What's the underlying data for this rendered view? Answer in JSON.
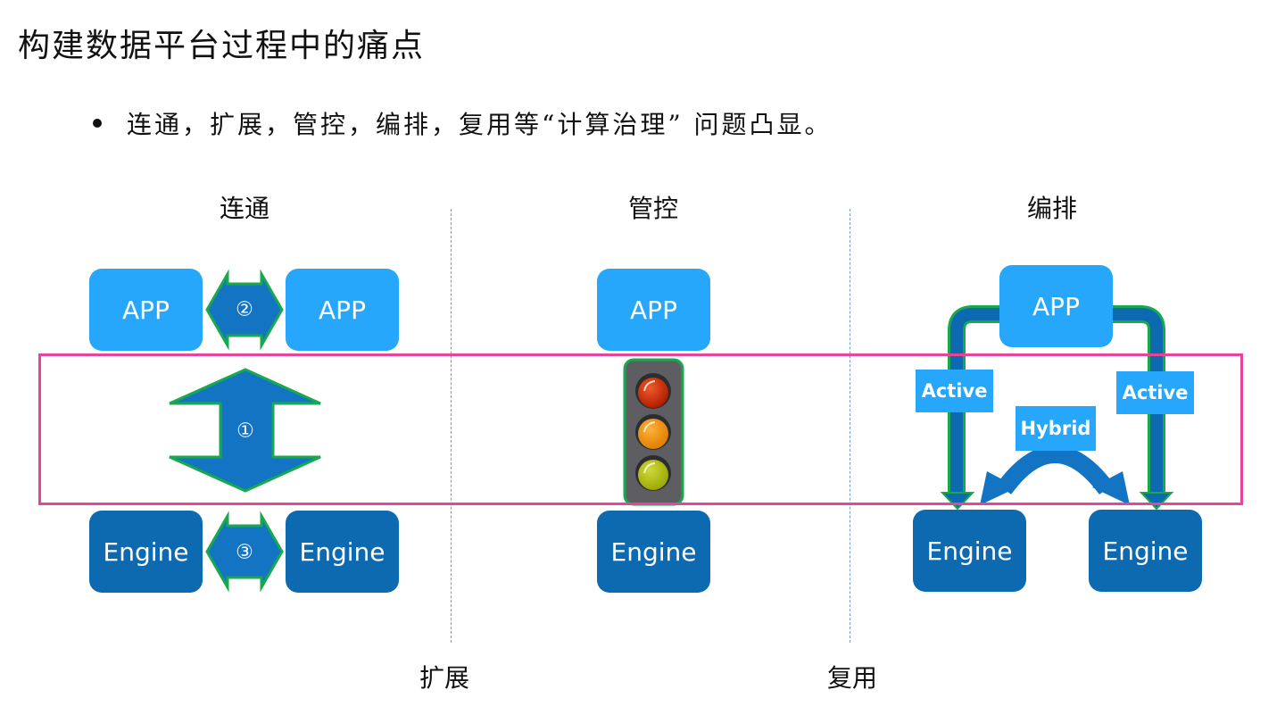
{
  "slide": {
    "title": "构建数据平台过程中的痛点",
    "bullet": "连通，扩展，管控，编排，复用等“计算治理” 问题凸显。"
  },
  "sections": {
    "connect": {
      "label": "连通",
      "app_left": "APP",
      "app_right": "APP",
      "engine_left": "Engine",
      "engine_right": "Engine",
      "arrow_vertical_number": "①",
      "arrow_app_number": "②",
      "arrow_engine_number": "③"
    },
    "expand": {
      "label": "扩展"
    },
    "control": {
      "label": "管控",
      "app": "APP",
      "engine": "Engine",
      "traffic_light": [
        "red",
        "orange",
        "green"
      ]
    },
    "reuse": {
      "label": "复用"
    },
    "orchestrate": {
      "label": "编排",
      "app": "APP",
      "engine_left": "Engine",
      "engine_right": "Engine",
      "tag_left": "Active",
      "tag_right": "Active",
      "tag_middle": "Hybrid"
    }
  },
  "colors": {
    "app_blue": "#26a7fb",
    "engine_blue": "#0d6ab1",
    "arrow_blue": "#1474c4",
    "arrow_outline_green": "#18a84e",
    "highlight_pink": "#e8449a",
    "light_red": "#cc2a0a",
    "light_orange": "#f39200",
    "light_green": "#b3c20c",
    "light_housing": "#5e5e62"
  }
}
